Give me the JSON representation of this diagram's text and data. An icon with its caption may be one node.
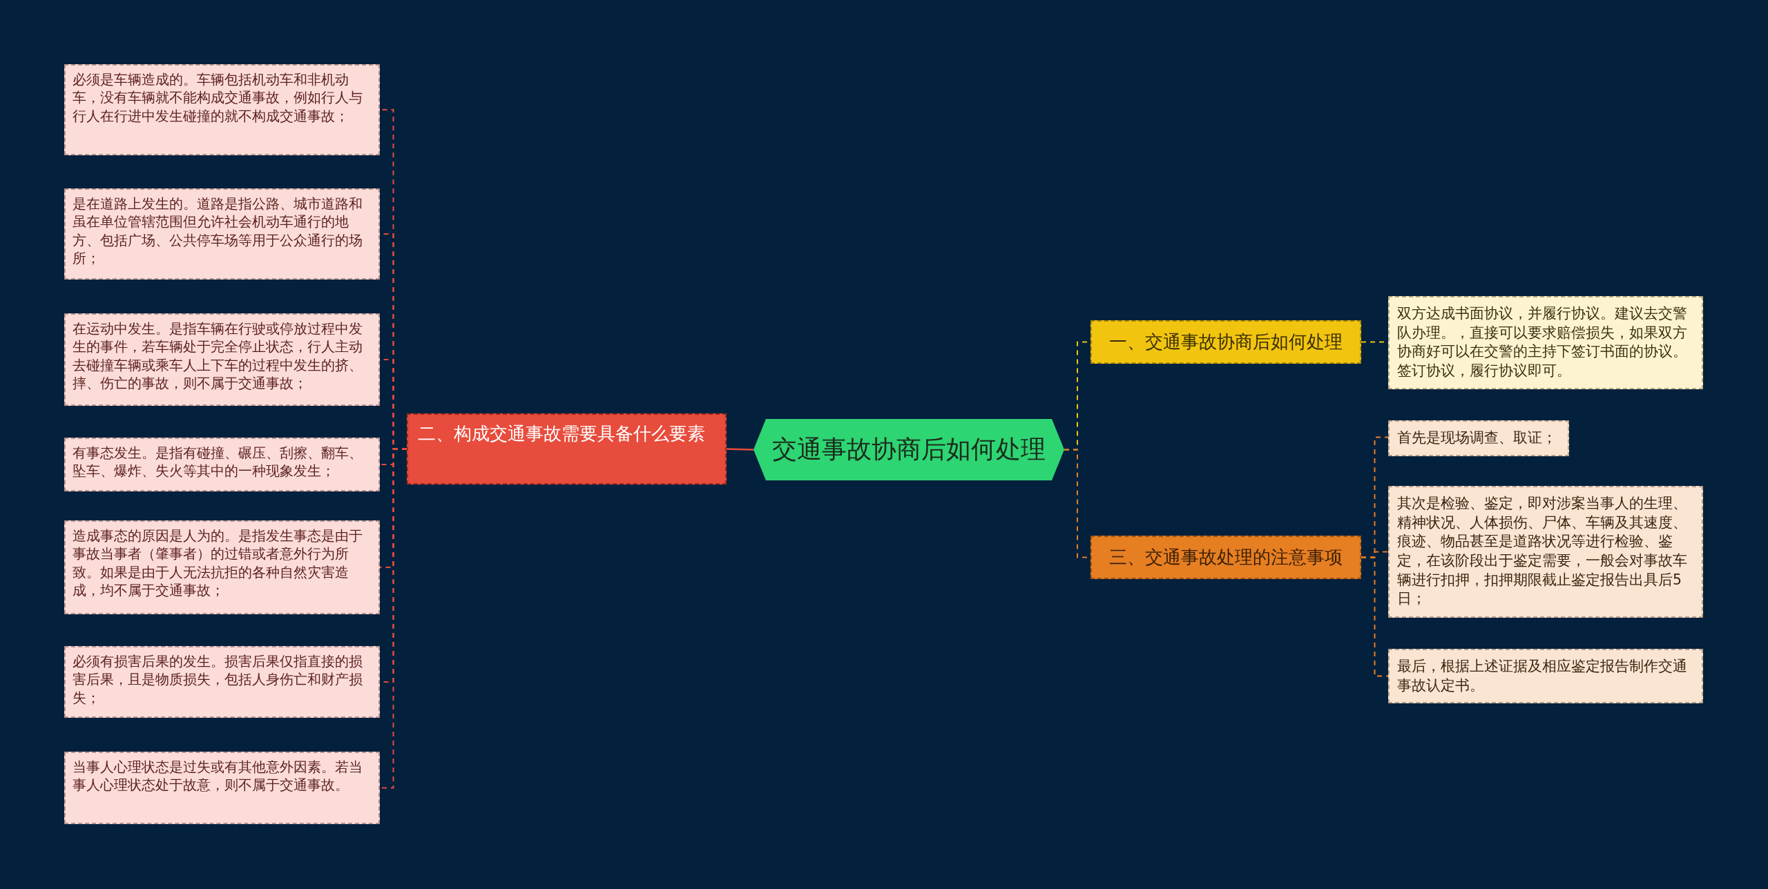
{
  "diagram": {
    "nodes": [
      {
        "text": [
          "交通事故协商后如何处理"
        ]
      },
      {
        "text": [
          "二、构成交通事故需要具备什么要素"
        ]
      },
      {
        "text": [
          "必须是车辆造成的。车辆包括机动车和非机动车，没有车辆就不能构成交通事故，例如行人与行人在行进中发生碰撞的就不构成交通事故；"
        ]
      },
      {
        "text": [
          "是在道路上发生的。道路是指公路、城市道路和虽在单位管辖范围但允许社会机动车通行的地方、包括广场、公共停车场等用于公众通行的场所；"
        ]
      },
      {
        "text": [
          "在运动中发生。是指车辆在行驶或停放过程中发生的事件，若车辆处于完全停止状态，行人主动去碰撞车辆或乘车人上下车的过程中发生的挤、摔、伤亡的事故，则不属于交通事故；"
        ]
      },
      {
        "text": [
          "有事态发生。是指有碰撞、碾压、刮擦、翻车、坠车、爆炸、失火等其中的一种现象发生；"
        ]
      },
      {
        "text": [
          "造成事态的原因是人为的。是指发生事态是由于事故当事者（肇事者）的过错或者意外行为所致。如果是由于人无法抗拒的各种自然灾害造成，均不属于交通事故；"
        ]
      },
      {
        "text": [
          "必须有损害后果的发生。损害后果仅指直接的损害后果，且是物质损失，包括人身伤亡和财产损失；"
        ]
      },
      {
        "text": [
          "当事人心理状态是过失或有其他意外因素。若当事人心理状态处于故意，则不属于交通事故。"
        ]
      },
      {
        "text": [
          "一、交通事故协商后如何处理"
        ]
      },
      {
        "text": [
          "双方达成书面协议，并履行协议。建议去交警队办理。，直接可以要求赔偿损失，如果双方协商好可以在交警的主持下签订书面的协议。签订协议，履行协议即可。"
        ]
      },
      {
        "text": [
          "三、交通事故处理的注意事项"
        ]
      },
      {
        "text": [
          "首先是现场调查、取证；"
        ]
      },
      {
        "text": [
          "其次是检验、鉴定，即对涉案当事人的生理、精神状况、人体损伤、尸体、车辆及其速度、痕迹、物品甚至是道路状况等进行检验、鉴定，在该阶段出于鉴定需要，一般会对事故车辆进行扣押，扣押期限截止鉴定报告出具后5日；"
        ]
      },
      {
        "text": [
          "最后，根据上述证据及相应鉴定报告制作交通事故认定书。"
        ]
      }
    ],
    "edges": [
      {
        "from": 0,
        "to": 1,
        "arrow": "none"
      },
      {
        "from": 1,
        "to": 2,
        "arrow": "none",
        "style": "dashed"
      },
      {
        "from": 1,
        "to": 3,
        "arrow": "none",
        "style": "dashed"
      },
      {
        "from": 1,
        "to": 4,
        "arrow": "none",
        "style": "dashed"
      },
      {
        "from": 1,
        "to": 5,
        "arrow": "none",
        "style": "dashed"
      },
      {
        "from": 1,
        "to": 6,
        "arrow": "none",
        "style": "dashed"
      },
      {
        "from": 1,
        "to": 7,
        "arrow": "none",
        "style": "dashed"
      },
      {
        "from": 1,
        "to": 8,
        "arrow": "none",
        "style": "dashed"
      },
      {
        "from": 0,
        "to": 9,
        "arrow": "none",
        "style": "dashed",
        "color": "#f1c40f"
      },
      {
        "from": 9,
        "to": 10,
        "arrow": "none",
        "style": "dashed",
        "color": "#f1c40f"
      },
      {
        "from": 0,
        "to": 11,
        "arrow": "none",
        "style": "dashed",
        "color": "#e67e22"
      },
      {
        "from": 11,
        "to": 12,
        "arrow": "none",
        "style": "dashed",
        "color": "#e67e22"
      },
      {
        "from": 11,
        "to": 13,
        "arrow": "none",
        "style": "dashed",
        "color": "#e67e22"
      },
      {
        "from": 11,
        "to": 14,
        "arrow": "none",
        "style": "dashed",
        "color": "#e67e22"
      }
    ]
  }
}
